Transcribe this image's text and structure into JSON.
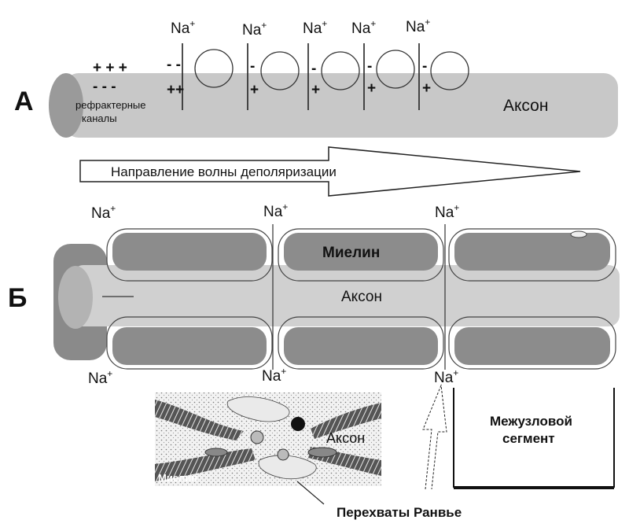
{
  "panel_a": {
    "letter": "А",
    "axon_label": "Аксон",
    "refractory_label_line1": "рефрактерные",
    "refractory_label_line2": "каналы",
    "na_labels": [
      "Na",
      "Na",
      "Na",
      "Na",
      "Na"
    ],
    "plus_top": "+ + +",
    "minus_bottom": "-   -   -",
    "arrow_label": "Направление волны деполяризации"
  },
  "panel_b": {
    "letter": "Б",
    "myelin_label": "Миелин",
    "axon_label": "Аксон",
    "na_top": [
      "Na",
      "Na",
      "Na"
    ],
    "na_bottom": [
      "Na",
      "Na",
      "Na"
    ],
    "internode_line1": "Межузловой",
    "internode_line2": "сегмент"
  },
  "inset": {
    "axon_label": "Аксон",
    "myelin_label": "Миелин",
    "nodes_label": "Перехваты Ранвье"
  },
  "superscript": "+"
}
